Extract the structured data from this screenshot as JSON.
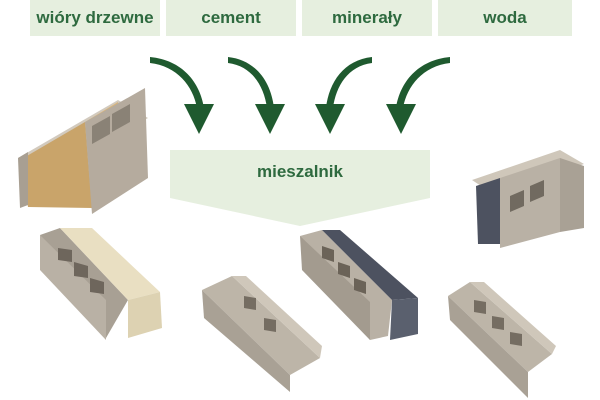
{
  "ingredients": [
    {
      "label": "wióry drzewne"
    },
    {
      "label": "cement"
    },
    {
      "label": "minerały"
    },
    {
      "label": "woda"
    }
  ],
  "mixer": {
    "label": "mieszalnik"
  },
  "colors": {
    "pill_bg": "#e6efdf",
    "text": "#2e6a3f",
    "arrow": "#1f5a2f",
    "concrete": "#b9b1a5",
    "wood_insulation": "#c9a46a",
    "cream_insulation": "#e9dfc2",
    "graphite_insulation": "#4d5260"
  },
  "blocks": [
    {
      "kind": "block-with-wood-insulation"
    },
    {
      "kind": "block-with-cream-insulation"
    },
    {
      "kind": "block-plain-short"
    },
    {
      "kind": "block-with-graphite-insulation"
    },
    {
      "kind": "block-with-graphite-insulation-corner"
    },
    {
      "kind": "block-plain"
    }
  ]
}
